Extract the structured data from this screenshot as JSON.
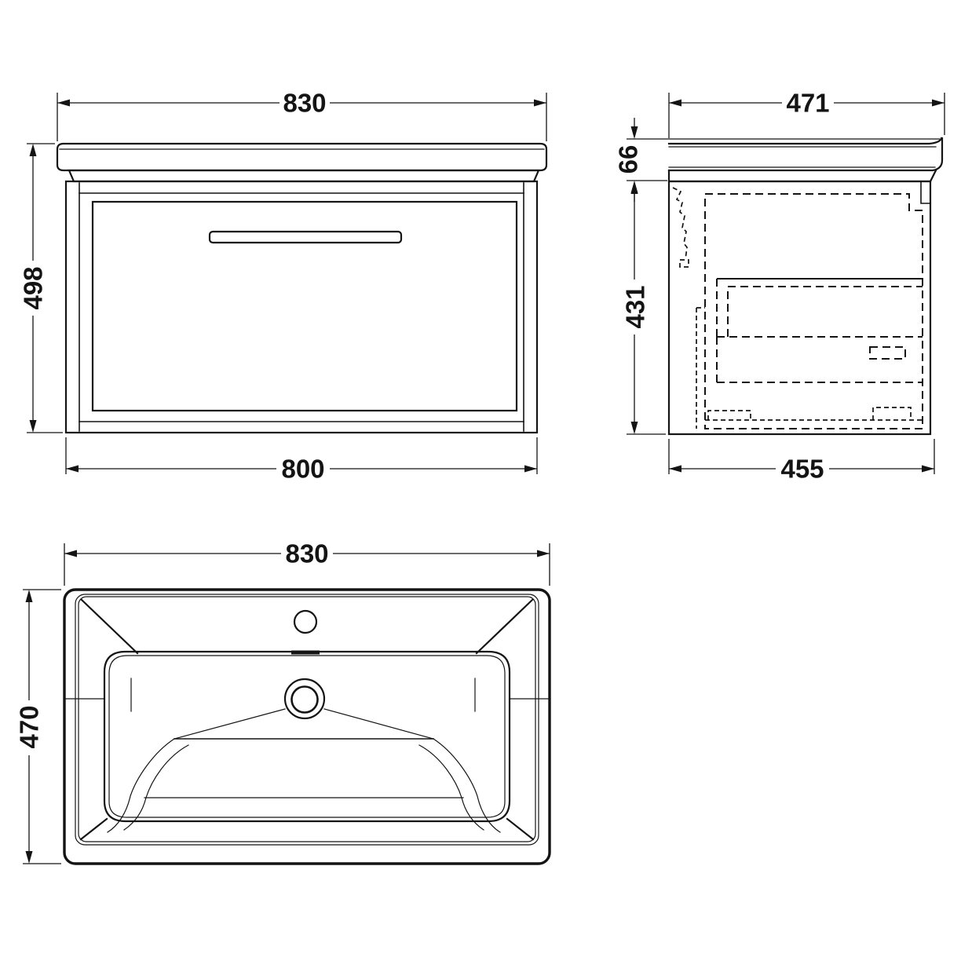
{
  "page": {
    "background_color": "#ffffff",
    "line_color": "#141414",
    "description": "Technical dimension drawing of wall-hung vanity unit with basin: front view, side view and plan view"
  },
  "views": {
    "front": {
      "label_width_top": "830",
      "label_height": "498",
      "label_width_bottom": "800"
    },
    "side": {
      "label_depth_top": "471",
      "label_basin_height": "66",
      "label_cabinet_height": "431",
      "label_depth_bottom": "455"
    },
    "plan": {
      "label_width": "830",
      "label_depth": "470"
    }
  }
}
